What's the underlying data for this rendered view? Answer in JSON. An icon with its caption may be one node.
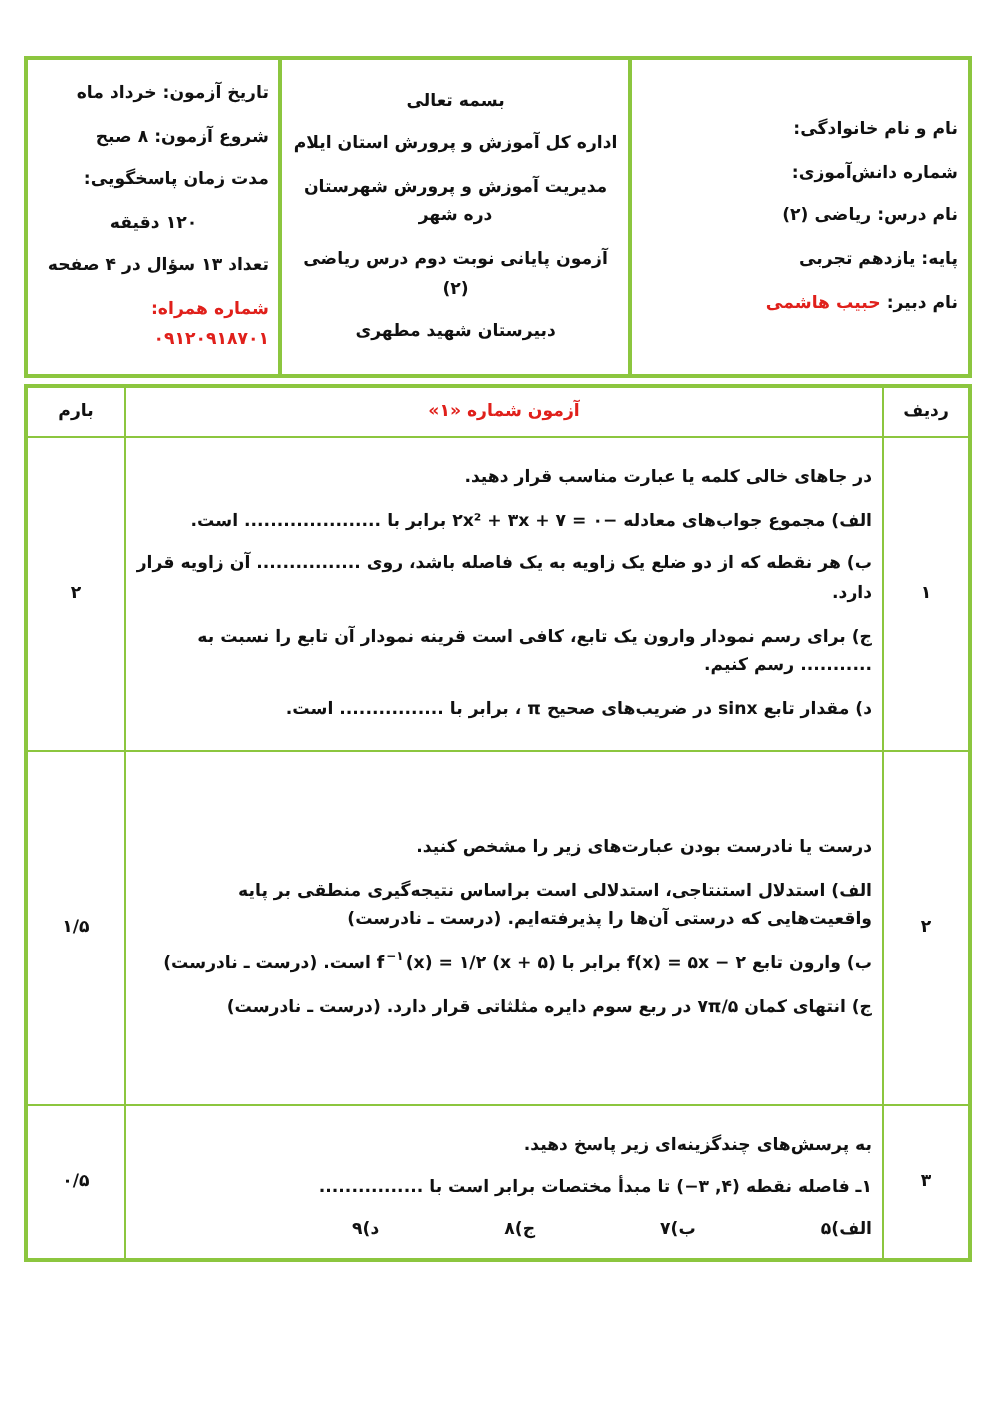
{
  "diagram": {
    "labels": [
      "نام و نام خانوادگی:",
      "شماره دانش‌آموزی:",
      "نام درس: ریاضی (۲)",
      "پایه: یازدهم تجربی",
      "نام دبیر:",
      "حبیب هاشمی",
      "بسمه تعالی",
      "اداره کل آموزش و پرورش استان ایلام",
      "مدیریت آموزش و پرورش شهرستان دره شهر",
      "آزمون پایانی نوبت دوم درس ریاضی (۲)",
      "دبیرستان شهید مطهری",
      "تاریخ آزمون: خرداد ماه",
      "شروع آزمون: ۸ صبح",
      "مدت زمان پاسخگویی:",
      "۱۲۰ دقیقه",
      "تعداد ۱۳ سؤال در ۴ صفحه",
      "شماره همراه: ۰۹۱۲۰۹۱۸۷۰۱",
      "ردیف",
      "آزمون شماره «۱»",
      "بارم",
      "۱",
      "در جاهای خالی کلمه یا عبارت مناسب قرار دهید.",
      "الف) مجموع جواب‌های معادله −۲x² + ۳x + ۷ = ۰ برابر با ..................... است.",
      "ب) هر نقطه که از دو ضلع یک زاویه به یک فاصله باشد، روی ................ آن زاویه قرار دارد.",
      "ج) برای رسم نمودار وارون یک تابع، کافی است قرینه نمودار آن تابع را نسبت به ........... رسم کنیم.",
      "د) مقدار تابع sinx در ضریب‌های صحیح π ، برابر با ................ است.",
      "۲",
      "۲",
      "درست یا نادرست بودن عبارت‌های زیر را مشخص کنید.",
      "الف) استدلال استنتاجی، استدلالی است براساس نتیجه‌گیری منطقی بر پایه واقعیت‌هایی که درستی آن‌ها را پذیرفته‌ایم. (درست ـ نادرست)",
      "ب) وارون تابع f(x) = ۵x − ۲ برابر با f$^{−۱}$(x) = ۱/۲ (x + ۵) است. (درست ـ نادرست)",
      "ج) انتهای کمان ۷π/۵ در ربع سوم دایره مثلثاتی قرار دارد. (درست ـ نادرست)",
      "۱/۵",
      "۳",
      "به پرسش‌های چندگزینه‌ای زیر پاسخ دهید.",
      "۱ـ فاصله نقطه (۴, ۳−) تا مبدأ مختصات برابر است با ................",
      "الف)۵",
      "ب)۷",
      "ج)۸",
      "د)۹",
      "۰/۵"
    ]
  }
}
